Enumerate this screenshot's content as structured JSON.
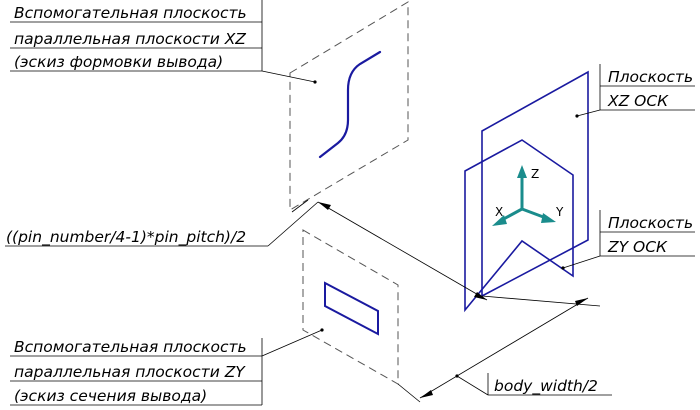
{
  "labels": {
    "aux_plane_xz": [
      "Вспомогательная плоскость",
      "параллельная плоскости XZ",
      "(эскиз формовки вывода)"
    ],
    "plane_xz_ock": [
      "Плоскость",
      "XZ ОСК"
    ],
    "dimension_pitch": "((pin_number/4-1)*pin_pitch)/2",
    "plane_zy_ock": [
      "Плоскость",
      "ZY ОСК"
    ],
    "aux_plane_zy": [
      "Вспомогательная плоскость",
      "параллельная плоскости ZY",
      "(эскиз сечения вывода)"
    ],
    "dimension_width": "body_width/2"
  },
  "axes": {
    "z": "Z",
    "x": "X",
    "y": "Y"
  },
  "colors": {
    "blue": "#1a1aa0",
    "teal": "#1a8c8c",
    "black": "#000000",
    "gray": "#555555"
  }
}
